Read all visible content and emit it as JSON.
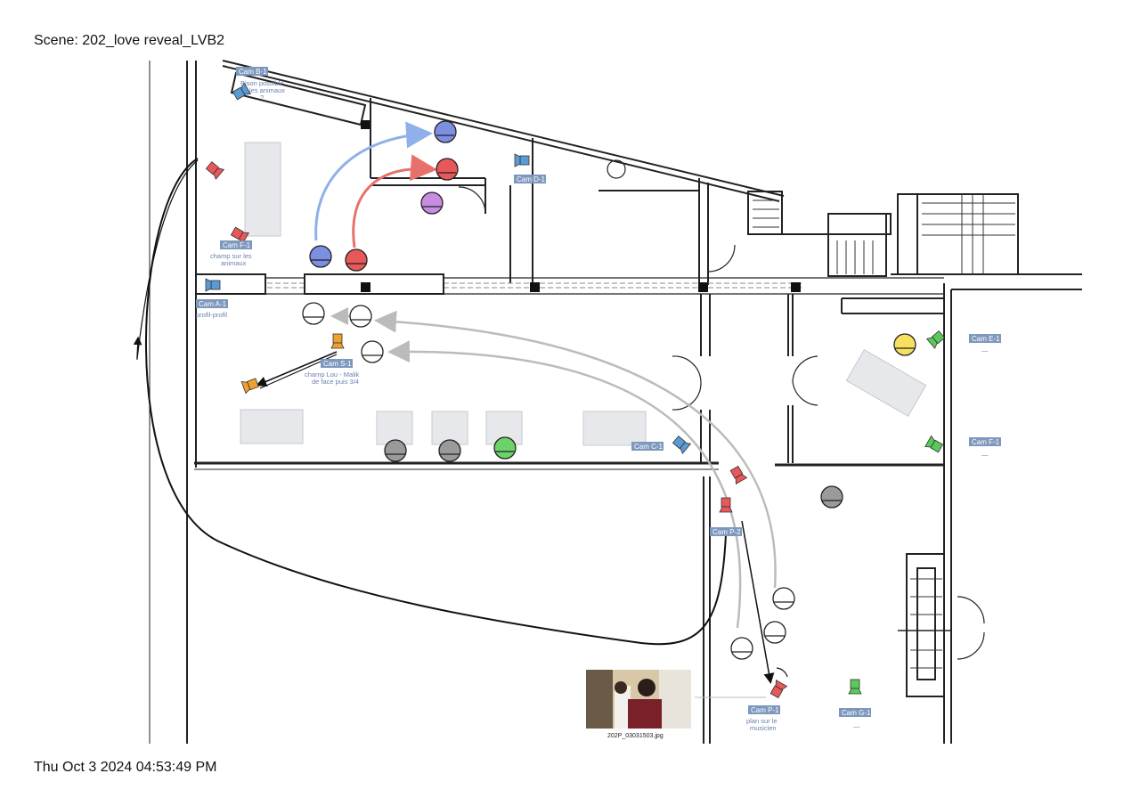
{
  "scene_title": "Scene: 202_love reveal_LVB2",
  "timestamp": "Thu Oct 3 2024 04:53:49 PM",
  "colors": {
    "blue": "#5a9bd5",
    "red": "#e8585a",
    "orange": "#f0a030",
    "green": "#5cc85a",
    "purple": "#c88ce0",
    "yellow": "#f5e060",
    "gray": "#9a9a9a",
    "label_bg": "#7d97bd"
  },
  "cameras": [
    {
      "id": "B-1",
      "label": "Cam B-1",
      "note": "Bison possible sur les animaux ?",
      "color": "blue"
    },
    {
      "id": "D-1",
      "label": "Cam D-1",
      "note": "",
      "color": "blue"
    },
    {
      "id": "F-1",
      "label": "Cam F-1",
      "note": "champ sur les animaux",
      "color": "red"
    },
    {
      "id": "A-1",
      "label": "Cam A-1",
      "note": "profil-profil",
      "color": "blue"
    },
    {
      "id": "S-1",
      "label": "Cam S-1",
      "note": "champ Lou - Malik de face puis 3/4",
      "color": "orange"
    },
    {
      "id": "C-1",
      "label": "Cam C-1",
      "note": "",
      "color": "blue"
    },
    {
      "id": "P-2",
      "label": "Cam P-2",
      "note": "",
      "color": "red"
    },
    {
      "id": "P-1",
      "label": "Cam P-1",
      "note": "plan sur le musicien",
      "color": "red"
    },
    {
      "id": "E-1",
      "label": "Cam E-1",
      "note": "—",
      "color": "green"
    },
    {
      "id": "F2",
      "label": "Cam F-1",
      "note": "—",
      "color": "green"
    },
    {
      "id": "G-1",
      "label": "Cam G-1",
      "note": "—",
      "color": "green"
    }
  ],
  "thumbnail": {
    "filename": "202P_03031503.jpg"
  }
}
